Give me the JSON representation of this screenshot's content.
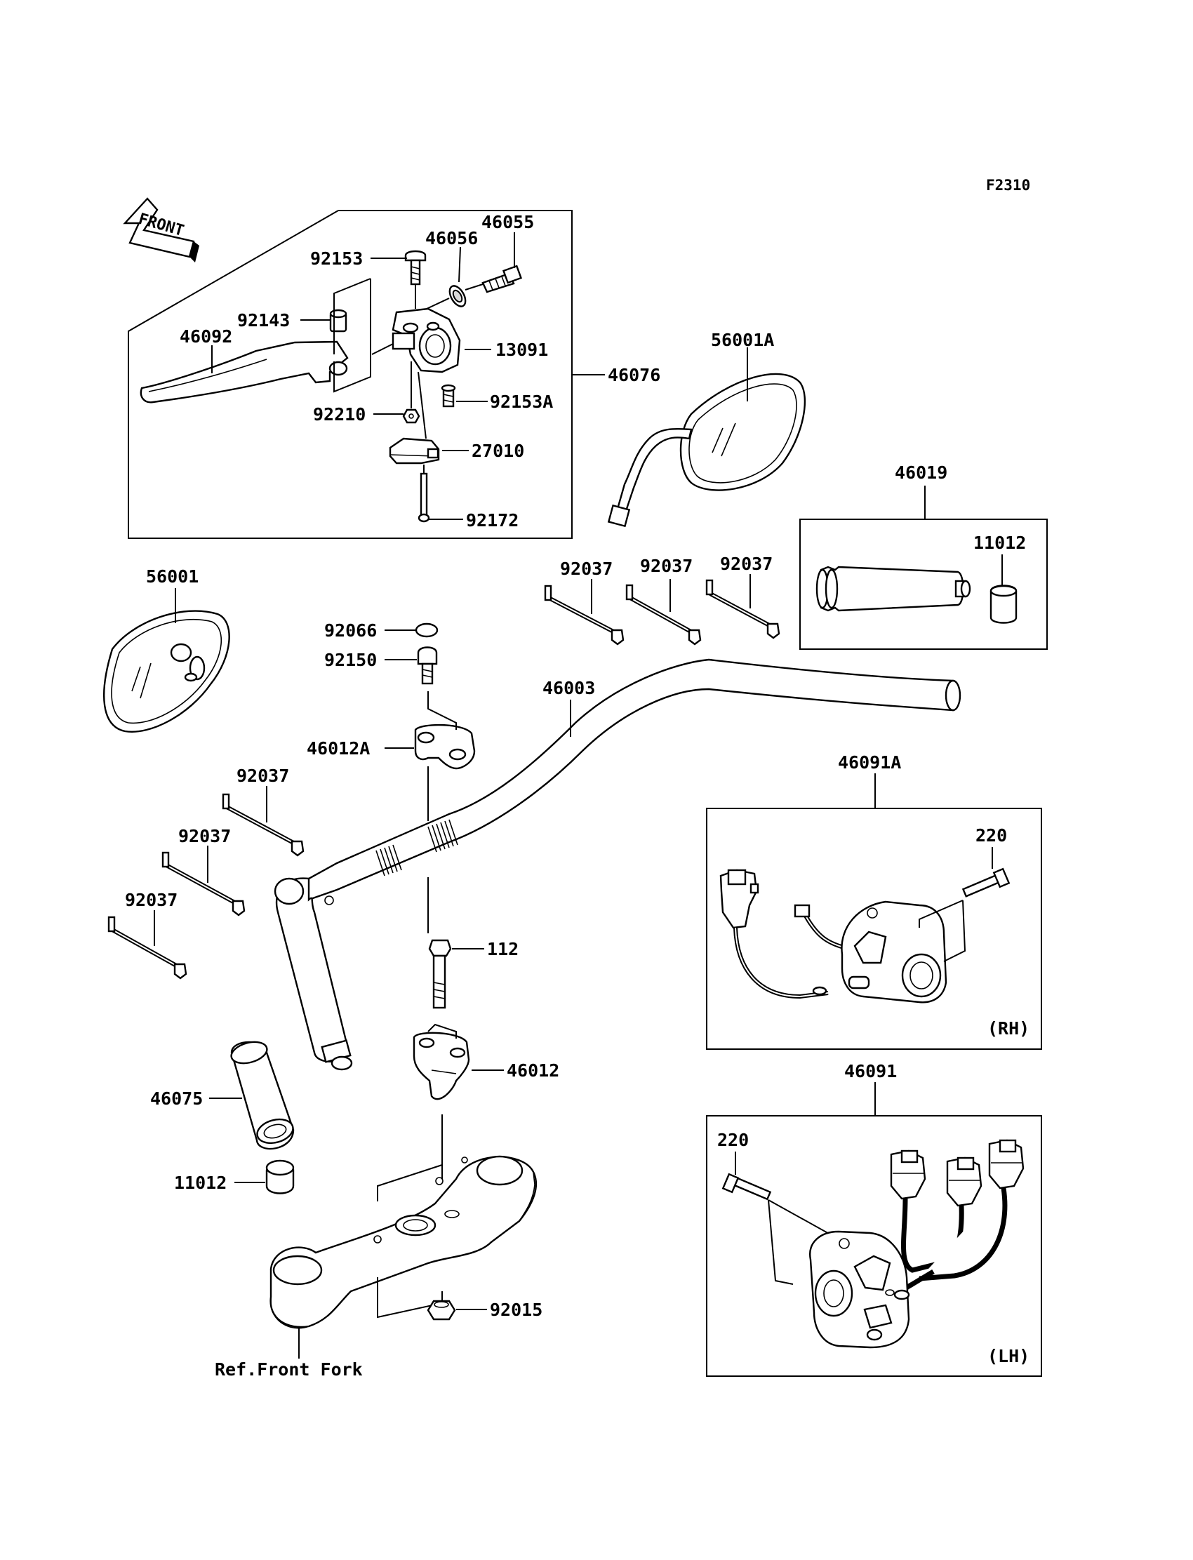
{
  "figure_code": "F2310",
  "front_arrow_label": "FRONT",
  "reference_note": "Ref.Front Fork",
  "labels": {
    "p46055": "46055",
    "p46056": "46056",
    "p92153": "92153",
    "p92143": "92143",
    "p46092": "46092",
    "p13091": "13091",
    "p46076": "46076",
    "p92153A": "92153A",
    "p92210": "92210",
    "p27010": "27010",
    "p92172": "92172",
    "p56001A": "56001A",
    "p46019": "46019",
    "p11012_top": "11012",
    "p56001": "56001",
    "p92037_a": "92037",
    "p92037_b": "92037",
    "p92037_c": "92037",
    "p92066": "92066",
    "p92150": "92150",
    "p46003": "46003",
    "p46012A": "46012A",
    "p92037_d": "92037",
    "p92037_e": "92037",
    "p92037_f": "92037",
    "p46091A": "46091A",
    "p220_rh": "220",
    "rh": "(RH)",
    "p112": "112",
    "p46012": "46012",
    "p46075": "46075",
    "p11012_bottom": "11012",
    "p92015": "92015",
    "p46091": "46091",
    "p220_lh": "220",
    "lh": "(LH)"
  }
}
